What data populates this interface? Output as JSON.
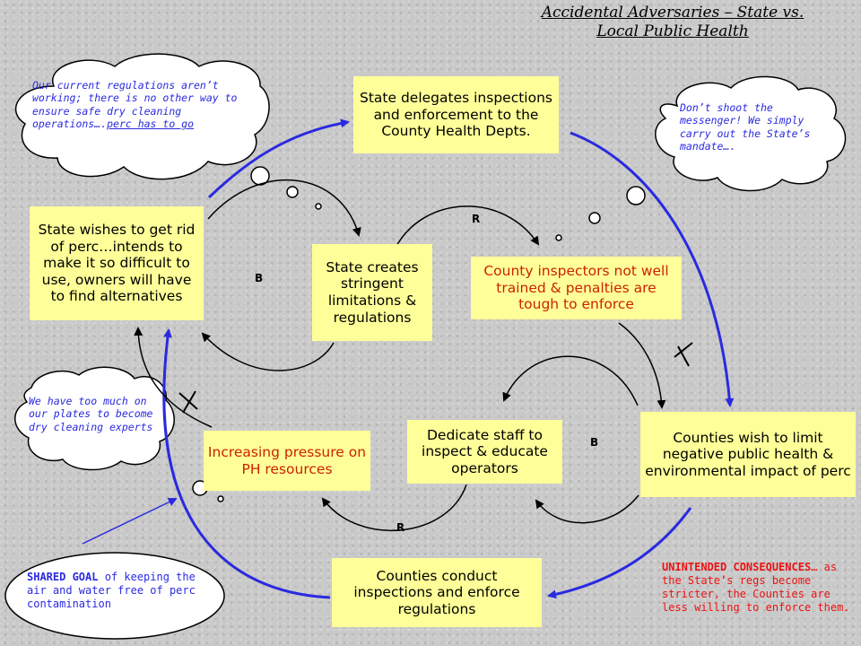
{
  "title": {
    "line1": "Accidental Adversaries – State vs.",
    "line2": "Local Public Health"
  },
  "boxes": {
    "state_delegates": "State delegates inspections and enforcement to the County Health Depts.",
    "state_wishes": "State wishes to get rid of perc…intends to make it so difficult to use, owners will have to find alternatives",
    "state_creates": "State creates stringent limitations & regulations",
    "county_inspectors": "County inspectors not well trained & penalties are tough to enforce",
    "counties_wish": "Counties wish to limit negative public health & environmental impact of perc",
    "dedicate_staff": "Dedicate staff to inspect & educate operators",
    "increasing_pressure": "Increasing pressure on PH resources",
    "counties_conduct": "Counties conduct inspections and enforce regulations"
  },
  "clouds": {
    "state_thought_before": "Our current regulations aren’t working; there is no other way to ensure safe dry cleaning operations….",
    "state_thought_underlined": "perc has to go",
    "county_thought": "Don’t shoot the messenger! We simply carry out the State’s mandate….",
    "county_burden": "We have too much on our plates to become dry cleaning experts"
  },
  "loop_labels": {
    "r_top": "R",
    "b_left": "B",
    "b_right": "B",
    "r_bottom": "R"
  },
  "shared_goal": {
    "bold": "SHARED GOAL",
    "rest": " of keeping the air and water free of perc contamination"
  },
  "unintended": {
    "bold": "UNINTENDED CONSEQUENCES",
    "rest": "… as the State’s regs become stricter, the Counties are less willing to enforce them."
  },
  "colors": {
    "box_fill": "#ffff99",
    "main_loop": "#2a2ae0",
    "cloud_text": "#2a2ae0",
    "alert_text": "#ee1111",
    "background": "#c9c9c9"
  }
}
